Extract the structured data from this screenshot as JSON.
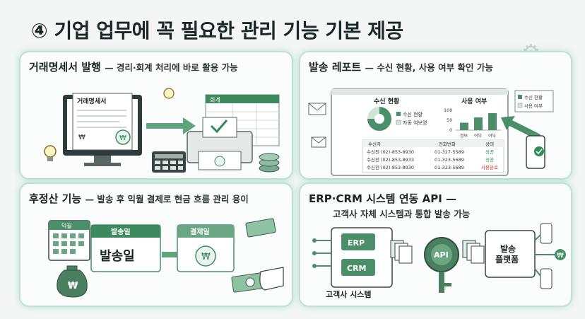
{
  "header": {
    "title": "④ 기업 업무에 꼭 필요한 관리 기능 기본 제공"
  },
  "panel1": {
    "title": "거래명세서 발행",
    "subtitle": "— 경리·회계 처리에 바로 활용 가능",
    "doc_label": "거래명세서",
    "sheet_label": "회계",
    "amount_symbol": "₩"
  },
  "panel2": {
    "title": "발송 레포트",
    "subtitle": "— 수신 현황, 사용 여부 확인 가능",
    "pie_title": "수신 현황",
    "pie_legend": [
      "수신 현황",
      "자동 여보명"
    ],
    "bar_title": "사용 여부",
    "bar_ticks": [
      "100",
      "50",
      "0"
    ],
    "bar_cats": [
      "정보",
      "여부",
      "여부"
    ],
    "bar_values": [
      35,
      60,
      80
    ],
    "bar_legend": [
      "수신 현황",
      "사용 여부"
    ],
    "table_headers": [
      "수신자",
      "전화번화",
      "상태"
    ],
    "table_rows": [
      {
        "a": "수신전 (02)-853-8930",
        "b": "01-327-5589",
        "c": "성공"
      },
      {
        "a": "수신전 (02)-853-8933",
        "b": "01-323-5689",
        "c": "성공"
      },
      {
        "a": "수신전 (02)-853-8930",
        "b": "01-323-5689",
        "c": "사용완료"
      }
    ],
    "colors": {
      "accent": "#2e8b57",
      "pie": "#4a8f6a",
      "pie_light": "#cfe3d6"
    }
  },
  "panel3": {
    "title": "후정산 기능",
    "subtitle": "— 발송 후 익월 결제로 현금 흐름 관리 용이",
    "calendar_label": "익월",
    "tab_label": "발송일",
    "main_label": "발송일",
    "pay_label": "결제일",
    "amount_symbol": "₩"
  },
  "panel4": {
    "title": "ERP·CRM 시스템 연동 API —",
    "subtitle": "고객사 자체 시스템과 통합 발송 가능",
    "erp": "ERP",
    "crm": "CRM",
    "customer_label": "고객사 시스템",
    "api_label": "API",
    "platform_label": "발송\n플랫폼",
    "amount_symbol": "₩"
  }
}
